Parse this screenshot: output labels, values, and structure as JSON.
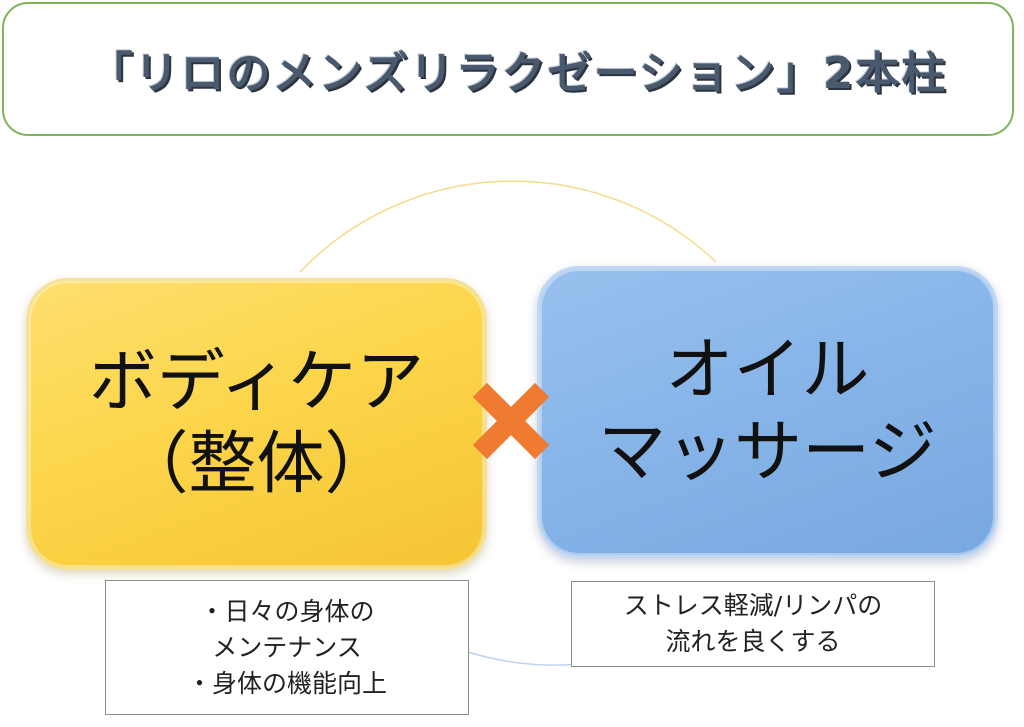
{
  "title": "「リロのメンズリラクゼーション」2本柱",
  "pillars": {
    "left": {
      "lines": [
        "ボディケア",
        "（整体）"
      ],
      "color": "#fcd54a"
    },
    "right": {
      "lines": [
        "オイル",
        "マッサージ"
      ],
      "color": "#86b4e8"
    }
  },
  "connector": {
    "icon": "times-icon",
    "color": "#ef7b30"
  },
  "captions": {
    "left": [
      "・日々の身体の",
      "メンテナンス",
      "・身体の機能向上"
    ],
    "right": [
      "ストレス軽減/リンパの",
      "流れを良くする"
    ]
  },
  "ring": {
    "top_color": "#f2dc8c",
    "bottom_color": "#bcd4f0"
  }
}
